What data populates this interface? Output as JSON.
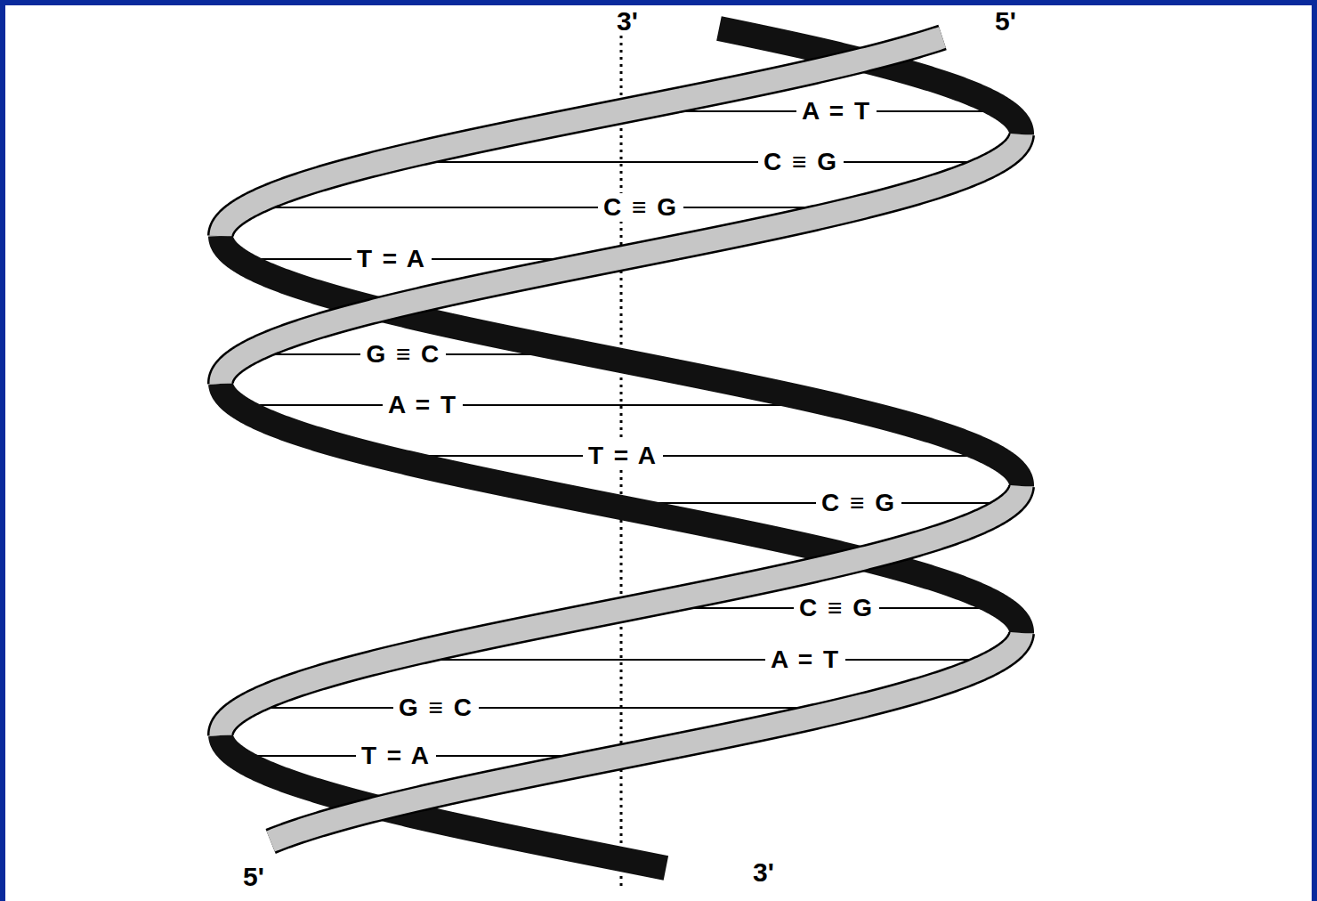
{
  "diagram": {
    "labels": [
      "3'",
      "5'",
      "A = T",
      "C ≡ G",
      "C ≡ G",
      "T = A",
      "G ≡ C",
      "A = T",
      "T = A",
      "C ≡ G",
      "C ≡ G",
      "A = T",
      "G ≡ C",
      "T = A",
      "5'",
      "3'"
    ]
  }
}
